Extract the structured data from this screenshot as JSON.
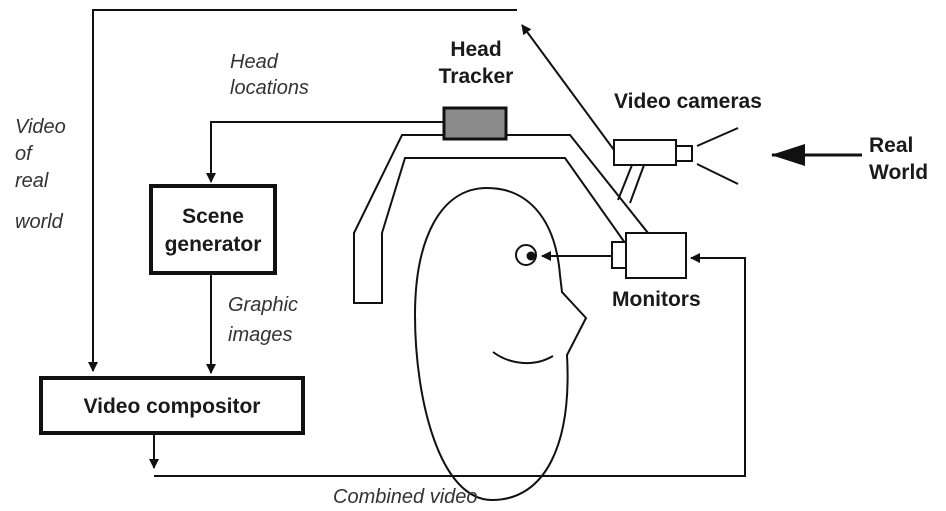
{
  "labels": {
    "head_tracker": [
      "Head",
      "Tracker"
    ],
    "video_cameras": "Video cameras",
    "real_world": [
      "Real",
      "World"
    ],
    "monitors": "Monitors",
    "scene_generator": [
      "Scene",
      "generator"
    ],
    "video_compositor": "Video compositor",
    "head_locations": [
      "Head",
      "locations"
    ],
    "video_of_real_world": [
      "Video",
      "of",
      "real",
      "world"
    ],
    "graphic_images": [
      "Graphic",
      "images"
    ],
    "combined_video": "Combined video"
  },
  "colors": {
    "tracker_fill": "#8c8c8c",
    "line": "#111111",
    "text": "#1a1a1a"
  }
}
